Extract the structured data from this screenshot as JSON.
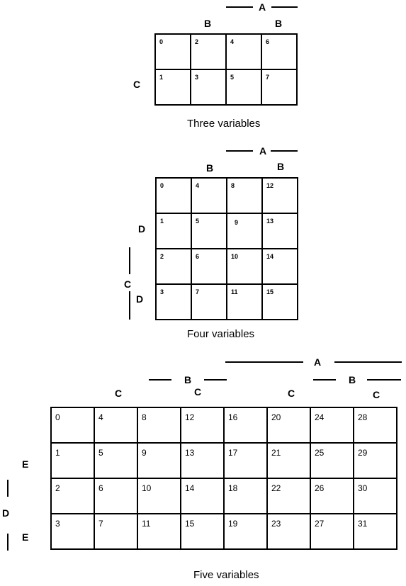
{
  "three": {
    "caption": "Three variables",
    "labels": {
      "a": "A",
      "b1": "B",
      "b2": "B",
      "c": "C"
    },
    "cells": [
      [
        "0",
        "2",
        "4",
        "6"
      ],
      [
        "1",
        "3",
        "5",
        "7"
      ]
    ]
  },
  "four": {
    "caption": "Four variables",
    "labels": {
      "a": "A",
      "b1": "B",
      "b2": "B",
      "d1": "D",
      "c": "C",
      "d2": "D"
    },
    "cells": [
      [
        "0",
        "4",
        "8",
        "12"
      ],
      [
        "1",
        "5",
        "9",
        "13"
      ],
      [
        "2",
        "6",
        "10",
        "14"
      ],
      [
        "3",
        "7",
        "11",
        "15"
      ]
    ]
  },
  "five": {
    "caption": "Five variables",
    "labels": {
      "a": "A",
      "b1": "B",
      "b2": "B",
      "c1": "C",
      "c2": "C",
      "c3": "C",
      "c4": "C",
      "e1": "E",
      "d": "D",
      "e2": "E"
    },
    "cells": [
      [
        "0",
        "4",
        "8",
        "12",
        "16",
        "20",
        "24",
        "28"
      ],
      [
        "1",
        "5",
        "9",
        "13",
        "17",
        "21",
        "25",
        "29"
      ],
      [
        "2",
        "6",
        "10",
        "14",
        "18",
        "22",
        "26",
        "30"
      ],
      [
        "3",
        "7",
        "11",
        "15",
        "19",
        "23",
        "27",
        "31"
      ]
    ]
  }
}
